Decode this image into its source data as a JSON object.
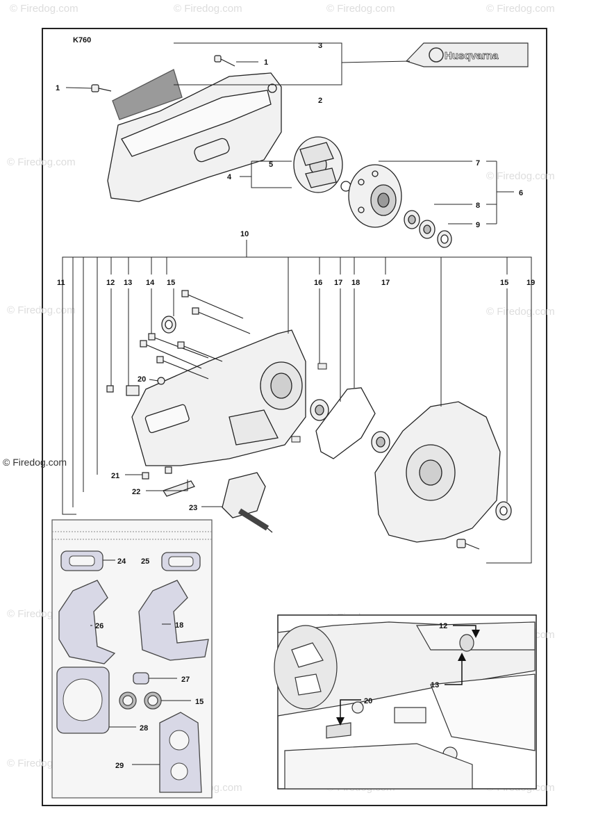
{
  "model": "K760",
  "brand": "Husqvarna",
  "copyright": "© Firedog.com",
  "watermark": "© Firedog.com",
  "callouts": [
    "1",
    "1",
    "2",
    "3",
    "4",
    "5",
    "6",
    "7",
    "8",
    "9",
    "10",
    "11",
    "12",
    "13",
    "14",
    "15",
    "16",
    "17",
    "18",
    "17",
    "15",
    "19",
    "20",
    "21",
    "22",
    "23",
    "24",
    "25",
    "26",
    "18",
    "27",
    "15",
    "28",
    "29",
    "12",
    "13",
    "20"
  ],
  "colors": {
    "line": "#222222",
    "part_fill": "#f1f1f1",
    "gasket_fill": "#d8d8e6",
    "kit_bg": "#f6f6f6",
    "watermark": "#dddddd"
  }
}
